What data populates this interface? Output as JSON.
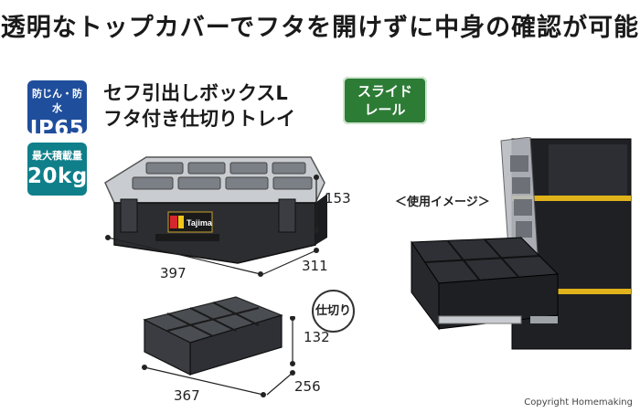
{
  "headline": "透明なトップカバーでフタを開けずに中身の確認が可能",
  "badges": [
    {
      "small": "防じん・防水",
      "big": "IP65",
      "color": "#1f4e9c"
    },
    {
      "small": "最大積載量",
      "big": "20kg",
      "color": "#0f7f8a"
    }
  ],
  "product": {
    "line1": "セフ引出しボックスL",
    "line2": "フタ付き仕切りトレイ"
  },
  "rail_badge": {
    "line1": "スライド",
    "line2": "レール",
    "color": "#2d7c36"
  },
  "usage_label": "＜使用イメージ＞",
  "case_brand": "Tajima",
  "case_dimensions": {
    "width": "397",
    "depth": "311",
    "height": "153"
  },
  "divider_badge": "仕切り",
  "divider_dimensions": {
    "width": "367",
    "depth": "256",
    "height": "132"
  },
  "copyright": "Copyright  Homemaking"
}
